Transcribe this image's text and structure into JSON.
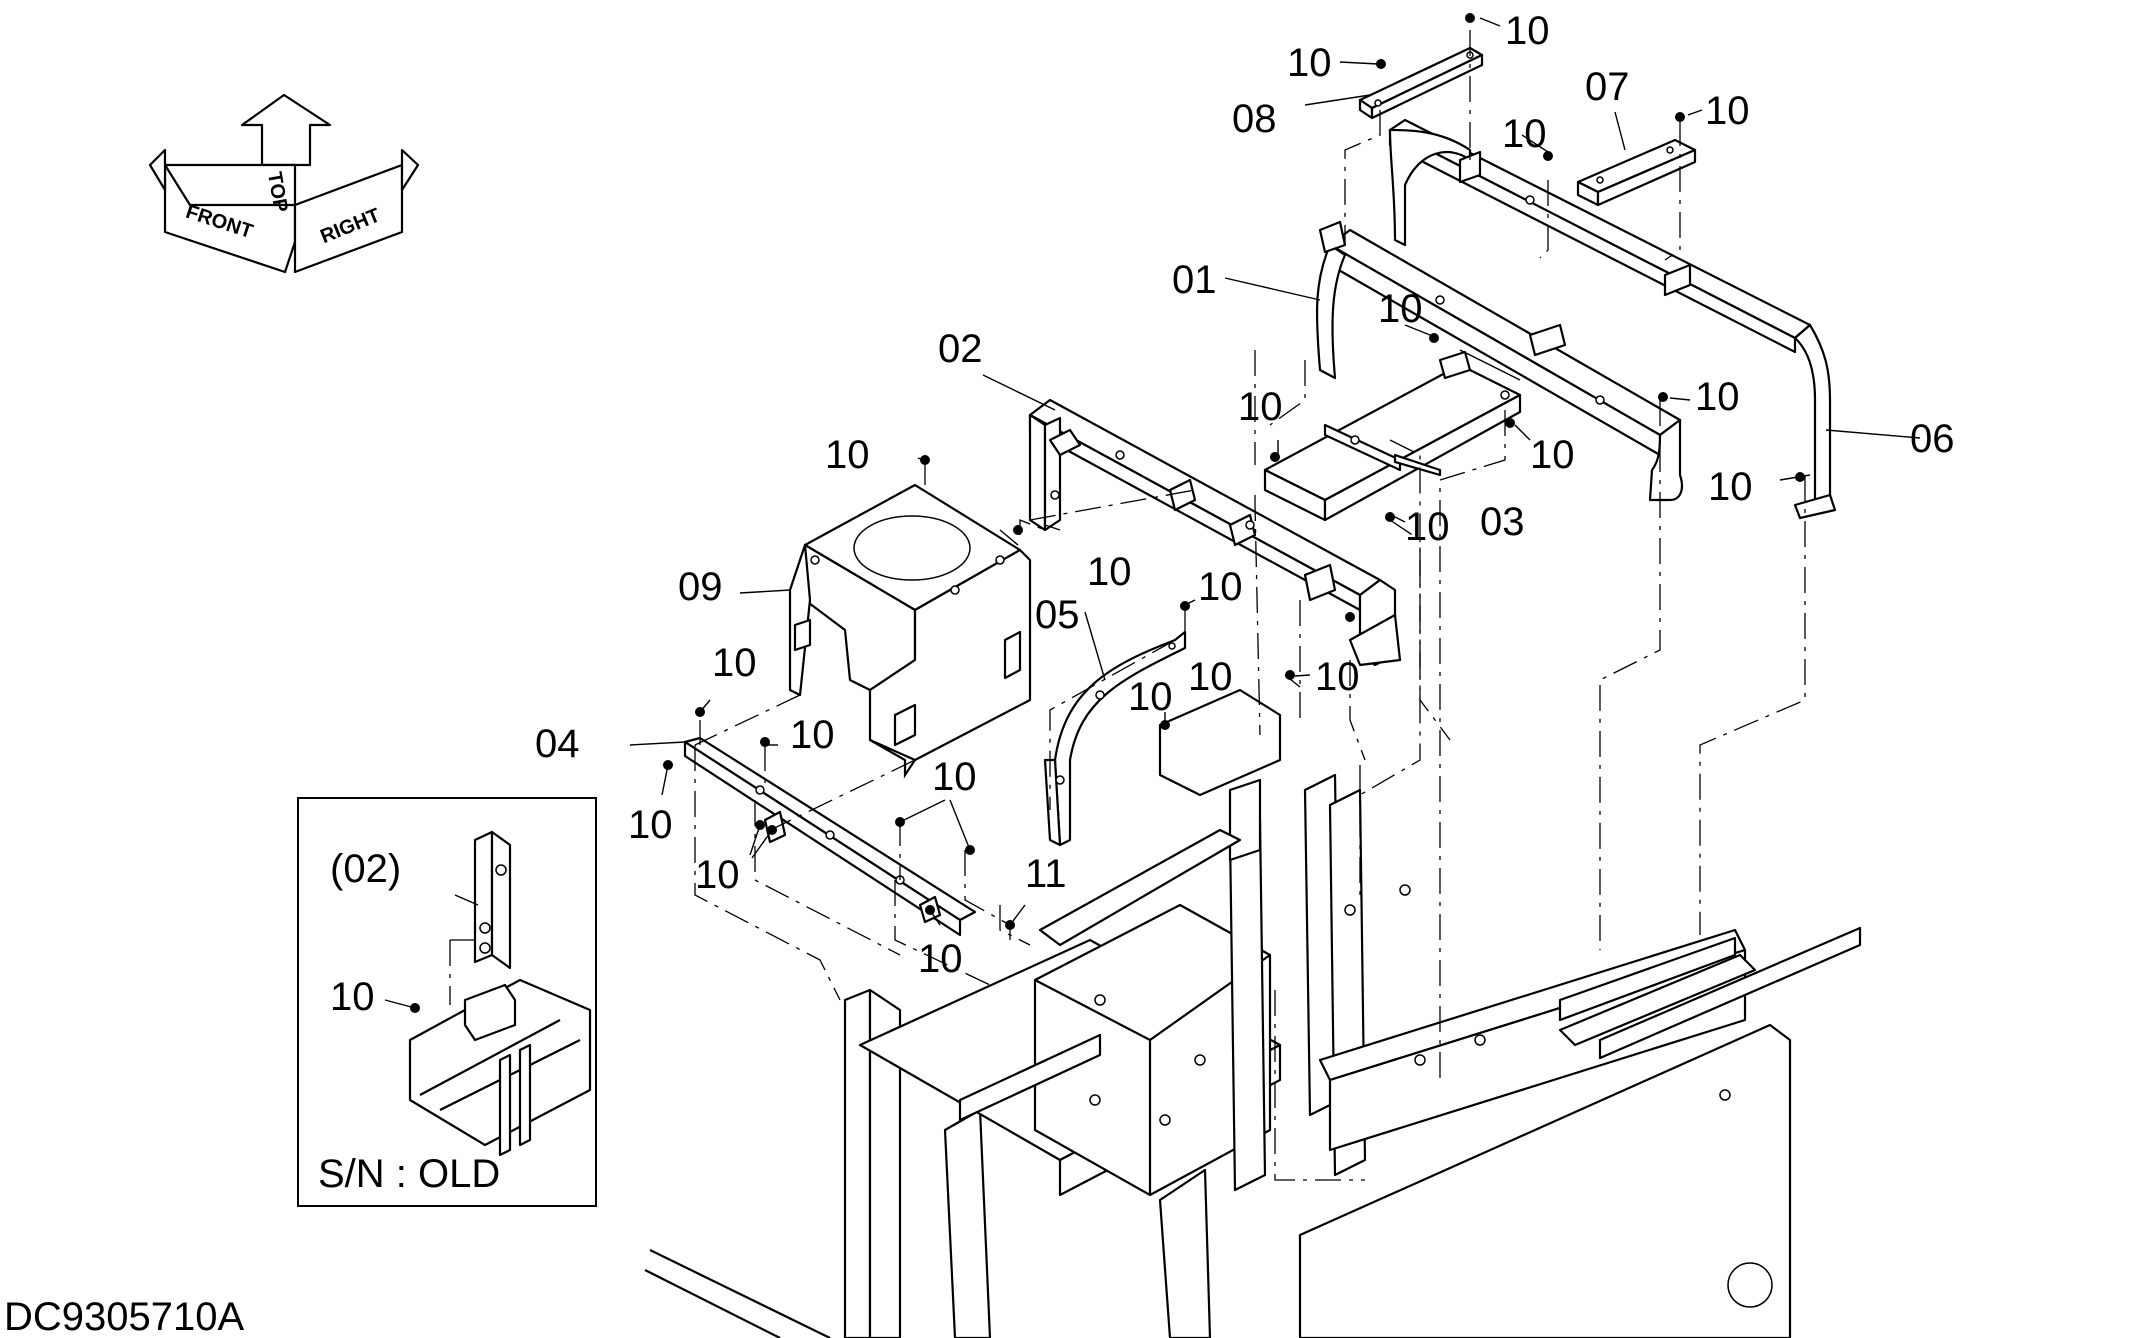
{
  "drawing_id": "DC9305710A",
  "inset_note": "S/N : OLD",
  "orientation": {
    "top": "TOP",
    "front": "FRONT",
    "right": "RIGHT"
  },
  "callouts": [
    {
      "label": "01"
    },
    {
      "label": "02"
    },
    {
      "label": "03"
    },
    {
      "label": "04"
    },
    {
      "label": "05"
    },
    {
      "label": "06"
    },
    {
      "label": "07"
    },
    {
      "label": "08"
    },
    {
      "label": "09"
    },
    {
      "label": "10"
    },
    {
      "label": "11"
    },
    {
      "label": "(02)"
    }
  ]
}
